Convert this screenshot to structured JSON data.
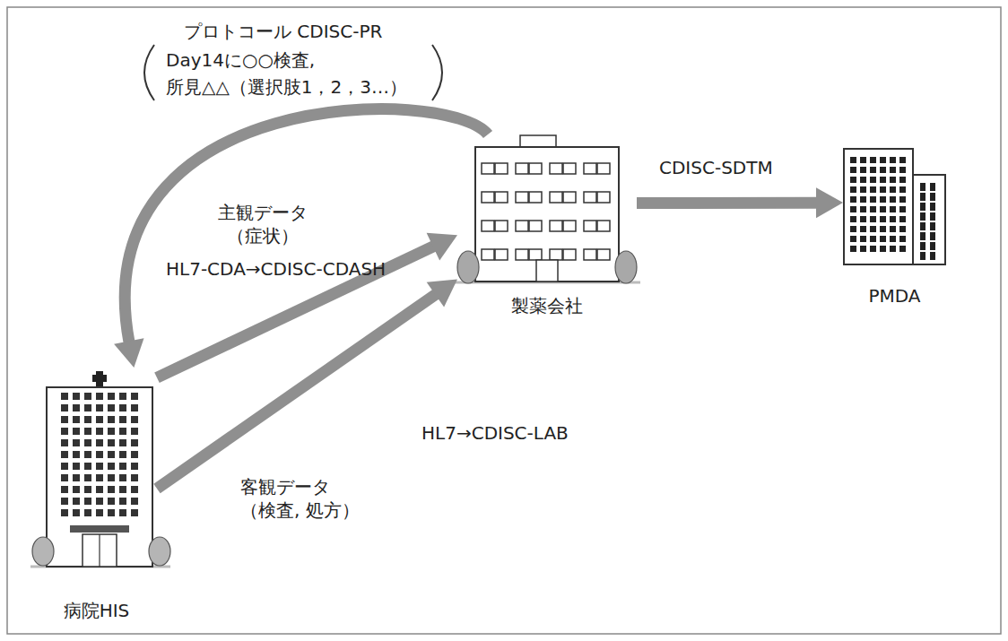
{
  "diagram": {
    "nodes": [
      {
        "text": [
          "病院HIS"
        ]
      },
      {
        "text": [
          "製薬会社"
        ]
      },
      {
        "text": [
          "PMDA"
        ]
      }
    ],
    "edges": [
      {
        "from": 1,
        "to": 0,
        "arrow": "to",
        "label": "プロトコール CDISC-PR"
      },
      {
        "from": 0,
        "to": 1,
        "arrow": "to",
        "label": "HL7-CDA→CDISC-CDASH"
      },
      {
        "from": 0,
        "to": 1,
        "arrow": "to",
        "label": "HL7→CDISC-LAB"
      },
      {
        "from": 1,
        "to": 2,
        "arrow": "to",
        "label": "CDISC-SDTM"
      }
    ],
    "labels": [
      "Day14に○○検査,",
      "所見△△（選択肢1，2，3…）",
      "主観データ （症状）",
      "客観データ （検査, 処方）"
    ]
  }
}
